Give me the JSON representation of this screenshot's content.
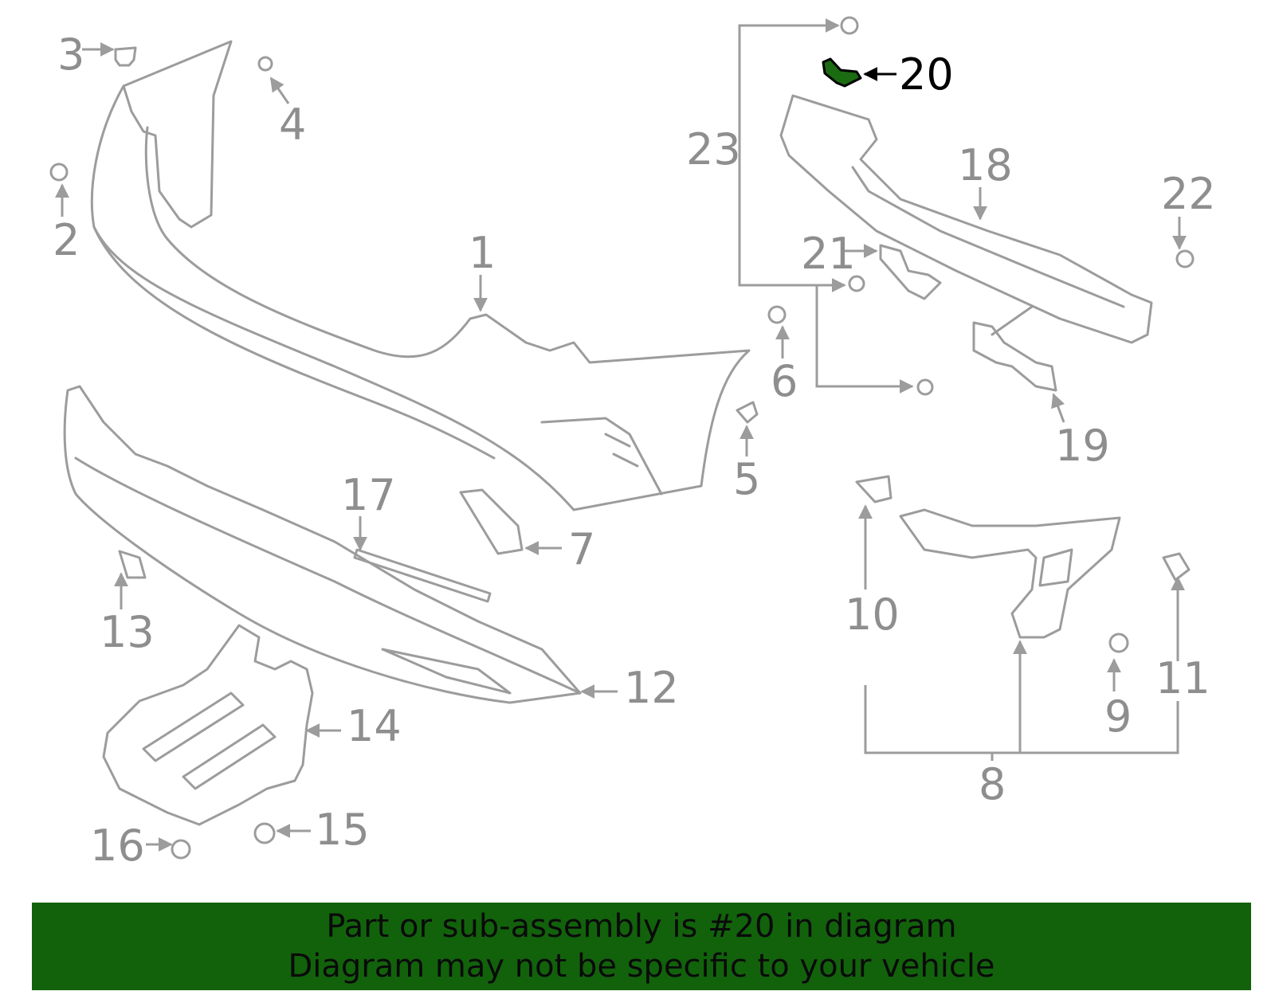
{
  "diagram": {
    "highlight_color": "#12620c",
    "highlighted_part": "20",
    "callouts": [
      "1",
      "2",
      "3",
      "4",
      "5",
      "6",
      "7",
      "8",
      "9",
      "10",
      "11",
      "12",
      "13",
      "14",
      "15",
      "16",
      "17",
      "18",
      "19",
      "20",
      "21",
      "22",
      "23"
    ]
  },
  "banner": {
    "line1": "Part or sub-assembly is #20 in diagram",
    "line2": "Diagram may not be specific to your vehicle"
  }
}
